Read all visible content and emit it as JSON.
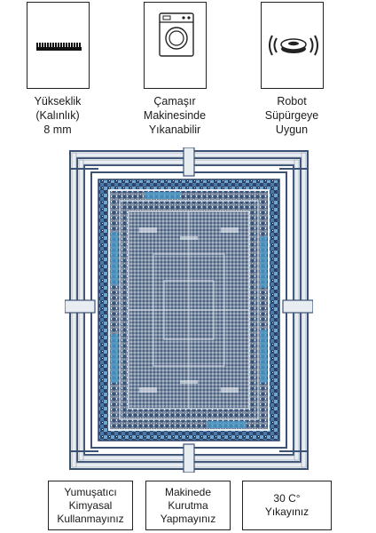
{
  "features": [
    {
      "icon": "pile-height-icon",
      "lines": [
        "Yükseklik",
        "(Kalınlık)",
        "8 mm"
      ]
    },
    {
      "icon": "washing-machine-icon",
      "lines": [
        "Çamaşır",
        "Makinesinde",
        "Yıkanabilir"
      ]
    },
    {
      "icon": "robot-vacuum-icon",
      "lines": [
        "Robot",
        "Süpürgeye",
        "Uygun"
      ]
    }
  ],
  "care": [
    {
      "lines": [
        "Yumuşatıcı",
        "Kimyasal",
        "Kullanmayınız"
      ]
    },
    {
      "lines": [
        "Makinede",
        "Kurutma",
        "Yapmayınız"
      ]
    },
    {
      "lines": [
        "30 C°",
        "Yıkayınız"
      ]
    }
  ],
  "rug": {
    "colors": {
      "base": "#e8edf2",
      "navy": "#2e4468",
      "blue": "#4a78a8",
      "light_blue": "#6fa6cf",
      "grey": "#8a97a8",
      "outline": "#3b5275"
    }
  }
}
